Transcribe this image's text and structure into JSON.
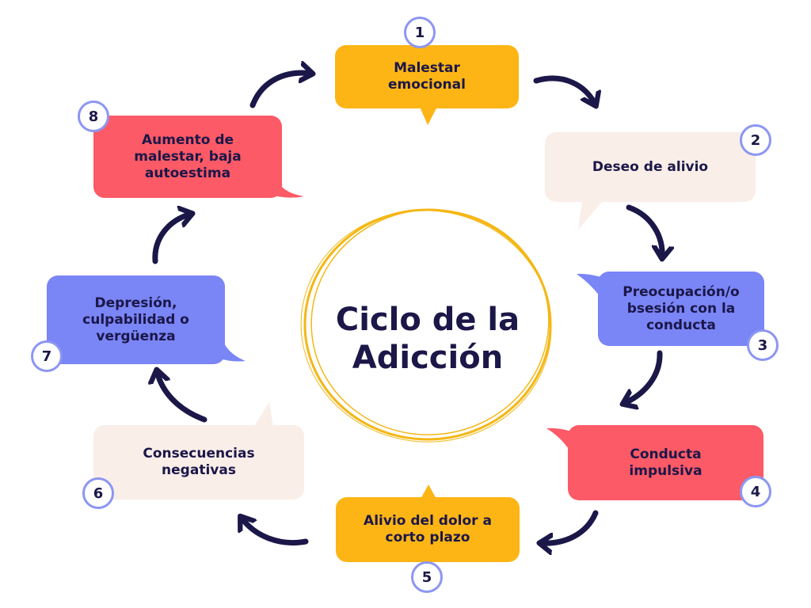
{
  "title": {
    "line1": "Ciclo de la",
    "line2": "Adicción"
  },
  "steps": [
    {
      "number": "1",
      "label_lines": [
        "Malestar",
        "emocional"
      ],
      "color": "#fdb515"
    },
    {
      "number": "2",
      "label_lines": [
        "Deseo de alivio"
      ],
      "color": "#f9eee8"
    },
    {
      "number": "3",
      "label_lines": [
        "Preocupación/o",
        "bsesión con la",
        "conducta"
      ],
      "color": "#7a85f6"
    },
    {
      "number": "4",
      "label_lines": [
        "Conducta",
        "impulsiva"
      ],
      "color": "#fc5a66"
    },
    {
      "number": "5",
      "label_lines": [
        "Alivio del dolor a",
        "corto plazo"
      ],
      "color": "#fdb515"
    },
    {
      "number": "6",
      "label_lines": [
        "Consecuencias",
        "negativas"
      ],
      "color": "#f9eee8"
    },
    {
      "number": "7",
      "label_lines": [
        "Depresión,",
        "culpabilidad o",
        "vergüenza"
      ],
      "color": "#7a85f6"
    },
    {
      "number": "8",
      "label_lines": [
        "Aumento de",
        "malestar, baja",
        "autoestima"
      ],
      "color": "#fc5a66"
    }
  ],
  "colors": {
    "text": "#1b1748",
    "circle": "#f4b716",
    "badge_border": "#8c96f2",
    "arrow": "#1b1748"
  }
}
